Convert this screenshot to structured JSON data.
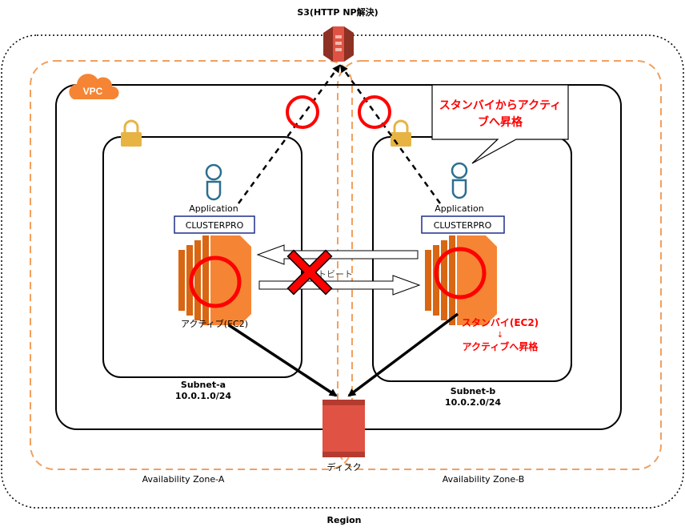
{
  "title": "S3(HTTP NP解決)",
  "region_label": "Region",
  "az_a_label": "Availability Zone-A",
  "az_b_label": "Availability Zone-B",
  "vpc_label": "VPC",
  "subnet_a": {
    "name": "Subnet-a",
    "cidr": "10.0.1.0/24"
  },
  "subnet_b": {
    "name": "Subnet-b",
    "cidr": "10.0.2.0/24"
  },
  "node_a": {
    "app_label": "Application",
    "clusterpro_label": "CLUSTERPRO",
    "status": "アクティブ(EC2)"
  },
  "node_b": {
    "app_label": "Application",
    "clusterpro_label": "CLUSTERPRO",
    "status_line1": "スタンバイ(EC2)",
    "arrow": "↓",
    "status_line2": "アクティブへ昇格"
  },
  "heartbeat_label": "ハートビート",
  "callout": {
    "line1": "スタンバイからアクティ",
    "line2": "ブへ昇格"
  },
  "disk_label": "ディスク",
  "colors": {
    "az_border": "#f0a060",
    "aws_orange": "#f58534",
    "ec2_dark": "#d86613",
    "s3_red": "#e05243",
    "lock_gold": "#e7b444",
    "person_blue": "#2c6e8f",
    "clusterpro_border": "#1f2f8a",
    "fault_red": "#ff0000"
  }
}
